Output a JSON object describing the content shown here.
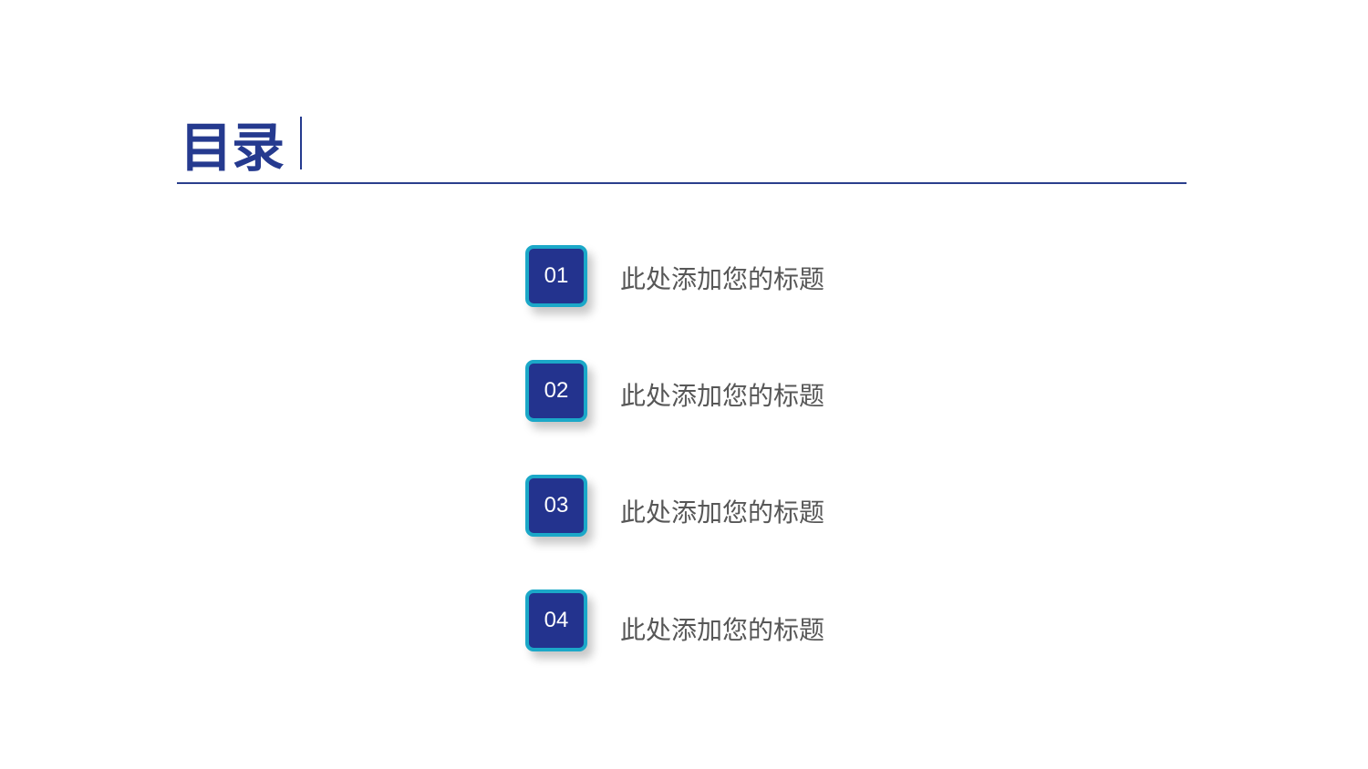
{
  "header": {
    "title": "目录",
    "accent_color": "#253a8f"
  },
  "items": [
    {
      "number": "01",
      "label": "此处添加您的标题"
    },
    {
      "number": "02",
      "label": "此处添加您的标题"
    },
    {
      "number": "03",
      "label": "此处添加您的标题"
    },
    {
      "number": "04",
      "label": "此处添加您的标题"
    }
  ],
  "colors": {
    "badge_fill": "#23338e",
    "badge_border": "#1ba8c8",
    "label_text": "#575757"
  }
}
